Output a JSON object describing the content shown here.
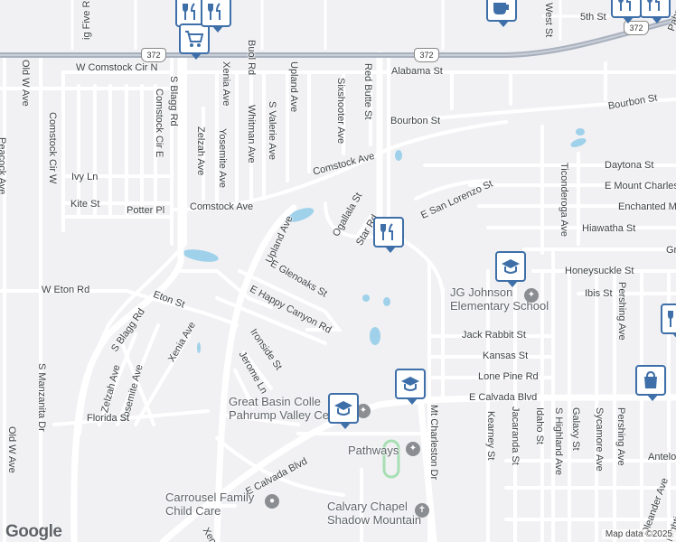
{
  "colors": {
    "land": "#f1f1f4",
    "road": "#ffffff",
    "highway": "#a8b0bd",
    "water": "#9fd1ea",
    "pin_border": "#3e6fa8",
    "track": "#a7dfb3"
  },
  "highway_shields": [
    {
      "text": "372"
    },
    {
      "text": "372"
    },
    {
      "text": "372"
    }
  ],
  "labels": {
    "eig_five_rd": "ig Five Rd",
    "buol_rd": "Buol Rd",
    "w_comstock_cir_n": "W Comstock Cir N",
    "alabama_st": "Alabama St",
    "fifth_st": "5th St",
    "west_st": "West St",
    "pahrump": "Pahru",
    "old_w_ave": "Old W Ave",
    "s_blagg_rd_top": "S Blagg Rd",
    "comstock_cir_e": "Comstock Cir E",
    "comstock_cir_w": "Comstock Cir W",
    "xenia_ave_top": "Xenia Ave",
    "whitman_ave": "Whitman Ave",
    "s_valerie_ave": "S Valerie Ave",
    "upland_ave_top": "Upland Ave",
    "sixshooter_ave": "Sixshooter Ave",
    "red_butte_st": "Red Butte St",
    "bourbon_st": "Bourbon St",
    "bourbon_st_e": "Bourbon St",
    "zelzah_ave_top": "Zelzah Ave",
    "yosemite_ave_top": "Yosemite Ave",
    "peacock_ave": "Peacock Ave",
    "ivy_ln": "Ivy Ln",
    "kite_st": "Kite St",
    "potter_pl": "Potter Pl",
    "comstock_ave_w": "Comstock Ave",
    "comstock_ave_e": "Comstock Ave",
    "daytona_st": "Daytona St",
    "e_mount_charleston": "E Mount Charlest",
    "enchanted_mesa": "Enchanted Me",
    "hiawatha_st": "Hiawatha St",
    "ticonderoga_ave": "Ticonderoga Ave",
    "e_san_lorenzo_st": "E San Lorenzo St",
    "ogallala_st": "Ogallala St",
    "star_rd": "Star Rd",
    "upland_ave_mid": "Upland Ave",
    "gr": "Gr",
    "honeysuckle_st": "Honeysuckle St",
    "ibis_st": "Ibis St",
    "pershing_ave_top": "Pershing Ave",
    "w_eton_rd": "W Eton Rd",
    "eton_st": "Eton St",
    "e_glenoaks_st": "E Glenoaks St",
    "e_happy_canyon_rd": "E Happy Canyon Rd",
    "s_blagg_rd_low": "S Blagg Rd",
    "s_manzanita_dr": "S Manzanita Dr",
    "zelzah_ave_low": "Zelzah Ave",
    "yosemite_ave_low": "Yosemite Ave",
    "xenia_ave_low": "Xenia Ave",
    "ironside_st": "Ironside St",
    "jerome_ln": "Jerome Ln",
    "jack_rabbit_st": "Jack Rabbit St",
    "kansas_st": "Kansas St",
    "lone_pine_rd": "Lone Pine Rd",
    "e_calvada_blvd_e": "E Calvada Blvd",
    "e_calvada_blvd_w": "E Calvada Blvd",
    "florida_st": "Florida St",
    "old_w_ave_low": "Old W Ave",
    "mt_charleston_dr": "Mt Charleston Dr",
    "kearney_st": "Kearney St",
    "jacaranda_st": "Jacaranda St",
    "idaho_st": "Idaho St",
    "s_highland_ave": "S Highland Ave",
    "galaxy_st": "Galaxy St",
    "sycamore_ave": "Sycamore Ave",
    "pershing_ave_low": "Pershing Ave",
    "oleander_ave": "Oleander Ave",
    "nightingale_ave": "Nightingale Ave",
    "antelope": "Antelo",
    "xeni": "Xeni"
  },
  "pois": {
    "jg_johnson": "JG Johnson\nElementary School",
    "great_basin": "Great Basin Colle\nPahrump Valley Ce",
    "pathways": "Pathways",
    "carrousel": "Carrousel Family\nChild Care",
    "calvary": "Calvary Chapel\nShadow Mountain"
  },
  "pins": [
    {
      "icon": "restaurant-icon"
    },
    {
      "icon": "shopping-cart-icon"
    },
    {
      "icon": "cafe-icon"
    },
    {
      "icon": "restaurant-icon"
    },
    {
      "icon": "restaurant-icon"
    },
    {
      "icon": "school-icon"
    },
    {
      "icon": "school-icon"
    },
    {
      "icon": "school-icon"
    },
    {
      "icon": "shopping-bag-icon"
    },
    {
      "icon": "restaurant-icon"
    }
  ],
  "branding": {
    "logo": "Google",
    "attribution": "Map data ©2025"
  }
}
